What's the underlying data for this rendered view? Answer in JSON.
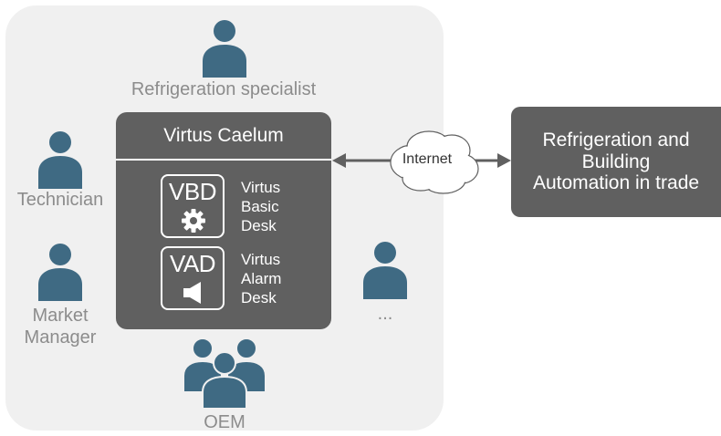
{
  "colors": {
    "person": "#3f6a83",
    "panel": "#606060",
    "region": "#f0f0f0",
    "label": "#8c8c8c"
  },
  "roles": {
    "refrigeration_specialist": "Refrigeration specialist",
    "technician": "Technician",
    "market_manager": "Market\nManager",
    "oem": "OEM",
    "others": "..."
  },
  "caelum": {
    "title": "Virtus Caelum",
    "modules": [
      {
        "abbr": "VBD",
        "name": "Virtus\nBasic\nDesk",
        "icon": "gear-icon"
      },
      {
        "abbr": "VAD",
        "name": "Virtus\nAlarm\nDesk",
        "icon": "speaker-icon"
      }
    ]
  },
  "connection": {
    "label": "Internet",
    "icon": "cloud-icon"
  },
  "trade": {
    "text": "Refrigeration and\nBuilding\nAutomation in trade"
  }
}
